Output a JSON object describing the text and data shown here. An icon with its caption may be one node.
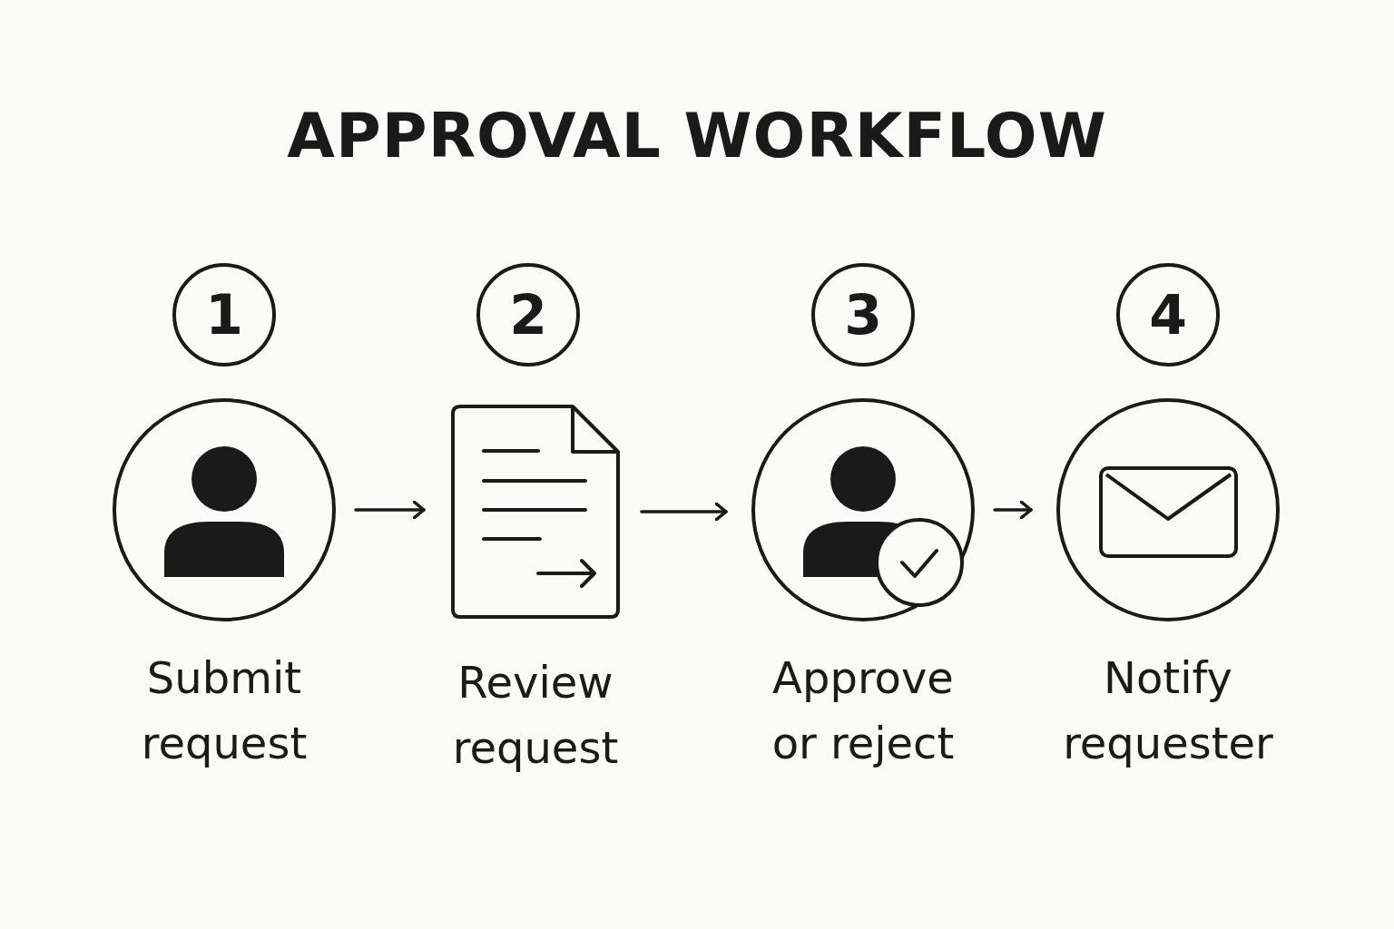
{
  "diagram": {
    "title": "APPROVAL WORKFLOW",
    "nodes": [
      {
        "text": [
          "1"
        ]
      },
      {
        "text": [],
        "shape": "picture",
        "beside": [
          "Submit request"
        ]
      },
      {
        "text": [
          "2"
        ]
      },
      {
        "text": [],
        "shape": "picture",
        "beside": [
          "Review request"
        ]
      },
      {
        "text": [
          "3"
        ]
      },
      {
        "text": [],
        "shape": "picture",
        "beside": [
          "Approve or reject"
        ]
      },
      {
        "text": [
          "4"
        ]
      },
      {
        "text": [],
        "shape": "picture",
        "beside": [
          "Notify requester"
        ]
      }
    ],
    "edges": [
      {
        "from": 1,
        "to": 3,
        "arrow": "to"
      },
      {
        "from": 3,
        "to": 5,
        "arrow": "to"
      },
      {
        "from": 5,
        "to": 7,
        "arrow": "to"
      }
    ]
  }
}
